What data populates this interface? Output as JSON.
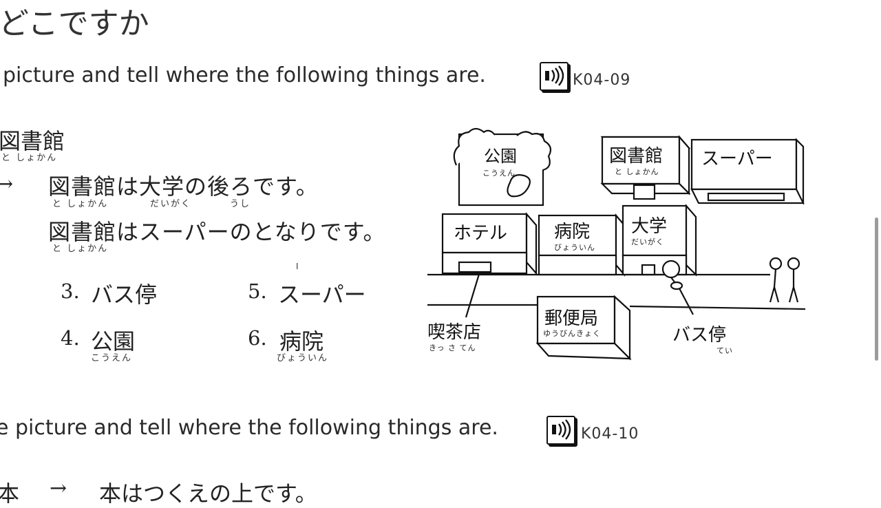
{
  "title": "どこですか",
  "instruction_1": {
    "text": "picture and tell where the following things are.",
    "audio_code": "K04-09"
  },
  "example": {
    "word": "図書館",
    "word_reading": "と しょかん",
    "arrow": "→",
    "sentence_1": "図書館は大学の後ろです。",
    "sentence_1_readings": [
      "と しょかん",
      "だいがく",
      "うし"
    ],
    "sentence_2": "図書館はスーパーのとなりです。",
    "sentence_2_reading": "と しょかん"
  },
  "items": [
    {
      "num": "3.",
      "label": "バス停",
      "reading": ""
    },
    {
      "num": "5.",
      "label": "スーパー",
      "reading": ""
    },
    {
      "num": "4.",
      "label": "公園",
      "reading": "こうえん"
    },
    {
      "num": "6.",
      "label": "病院",
      "reading": "びょういん"
    }
  ],
  "map": {
    "park": {
      "name": "公園",
      "reading": "こうえん"
    },
    "library": {
      "name": "図書館",
      "reading": "と しょかん"
    },
    "supermarket": {
      "name": "スーパー"
    },
    "hotel": {
      "name": "ホテル"
    },
    "hospital": {
      "name": "病院",
      "reading": "びょういん"
    },
    "university": {
      "name": "大学",
      "reading": "だいがく"
    },
    "post_office": {
      "name": "郵便局",
      "reading": "ゆうびんきょく"
    },
    "cafe": {
      "name": "喫茶店",
      "reading": "きっ さ てん"
    },
    "bus_stop": {
      "name": "バス停",
      "reading": "てい"
    }
  },
  "instruction_2": {
    "text": "e picture and tell where the following things are.",
    "audio_code": "K04-10"
  },
  "bottom": {
    "word": "本",
    "arrow": "→",
    "sentence": "本はつくえの上です。"
  }
}
